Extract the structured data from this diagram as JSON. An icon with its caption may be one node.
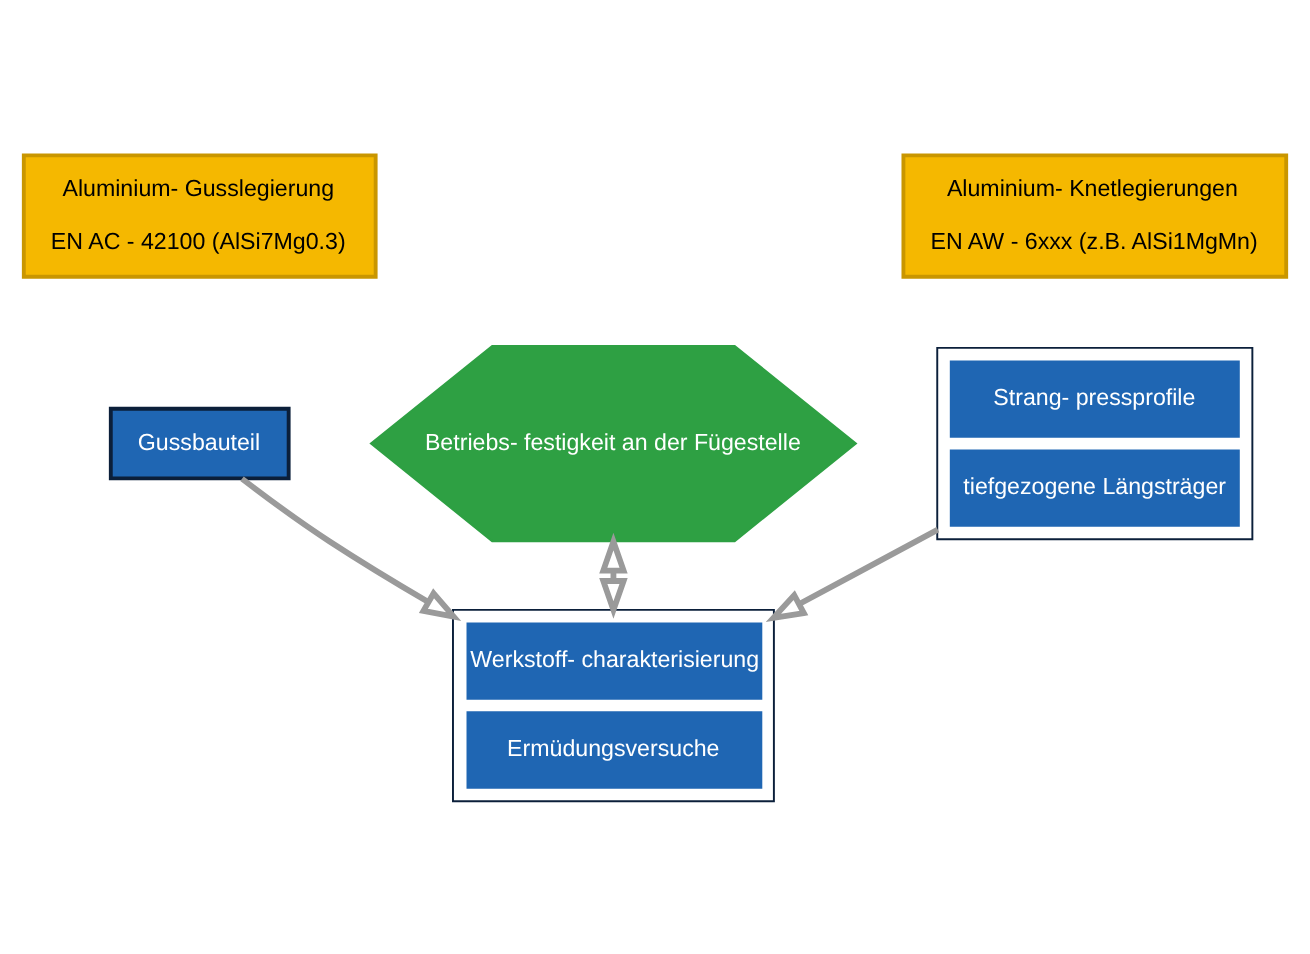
{
  "diagram": {
    "nodes": [
      {
        "text": [
          "Aluminium- Gusslegierung",
          "EN AC - 42100 (AlSi7Mg0.3)"
        ]
      },
      {
        "text": [
          "Aluminium- Knetlegierungen",
          "EN AW - 6xxx (z.B. AlSi1MgMn)"
        ]
      },
      {
        "text": [
          "Gussbauteil"
        ]
      },
      {
        "text": [
          "Betriebs- festigkeit an der Fügestelle"
        ]
      },
      {
        "text": [
          "Strang- pressprofile",
          "tiefgezogene Längsträger"
        ]
      },
      {
        "text": [
          "Werkstoff- charakterisierung",
          "Ermüdungsversuche"
        ]
      }
    ],
    "edges": [
      {
        "from": 2,
        "to": 5,
        "arrow": "to"
      },
      {
        "from": 4,
        "to": 5,
        "arrow": "to"
      },
      {
        "from": 3,
        "to": 5,
        "arrow": "both"
      }
    ]
  }
}
